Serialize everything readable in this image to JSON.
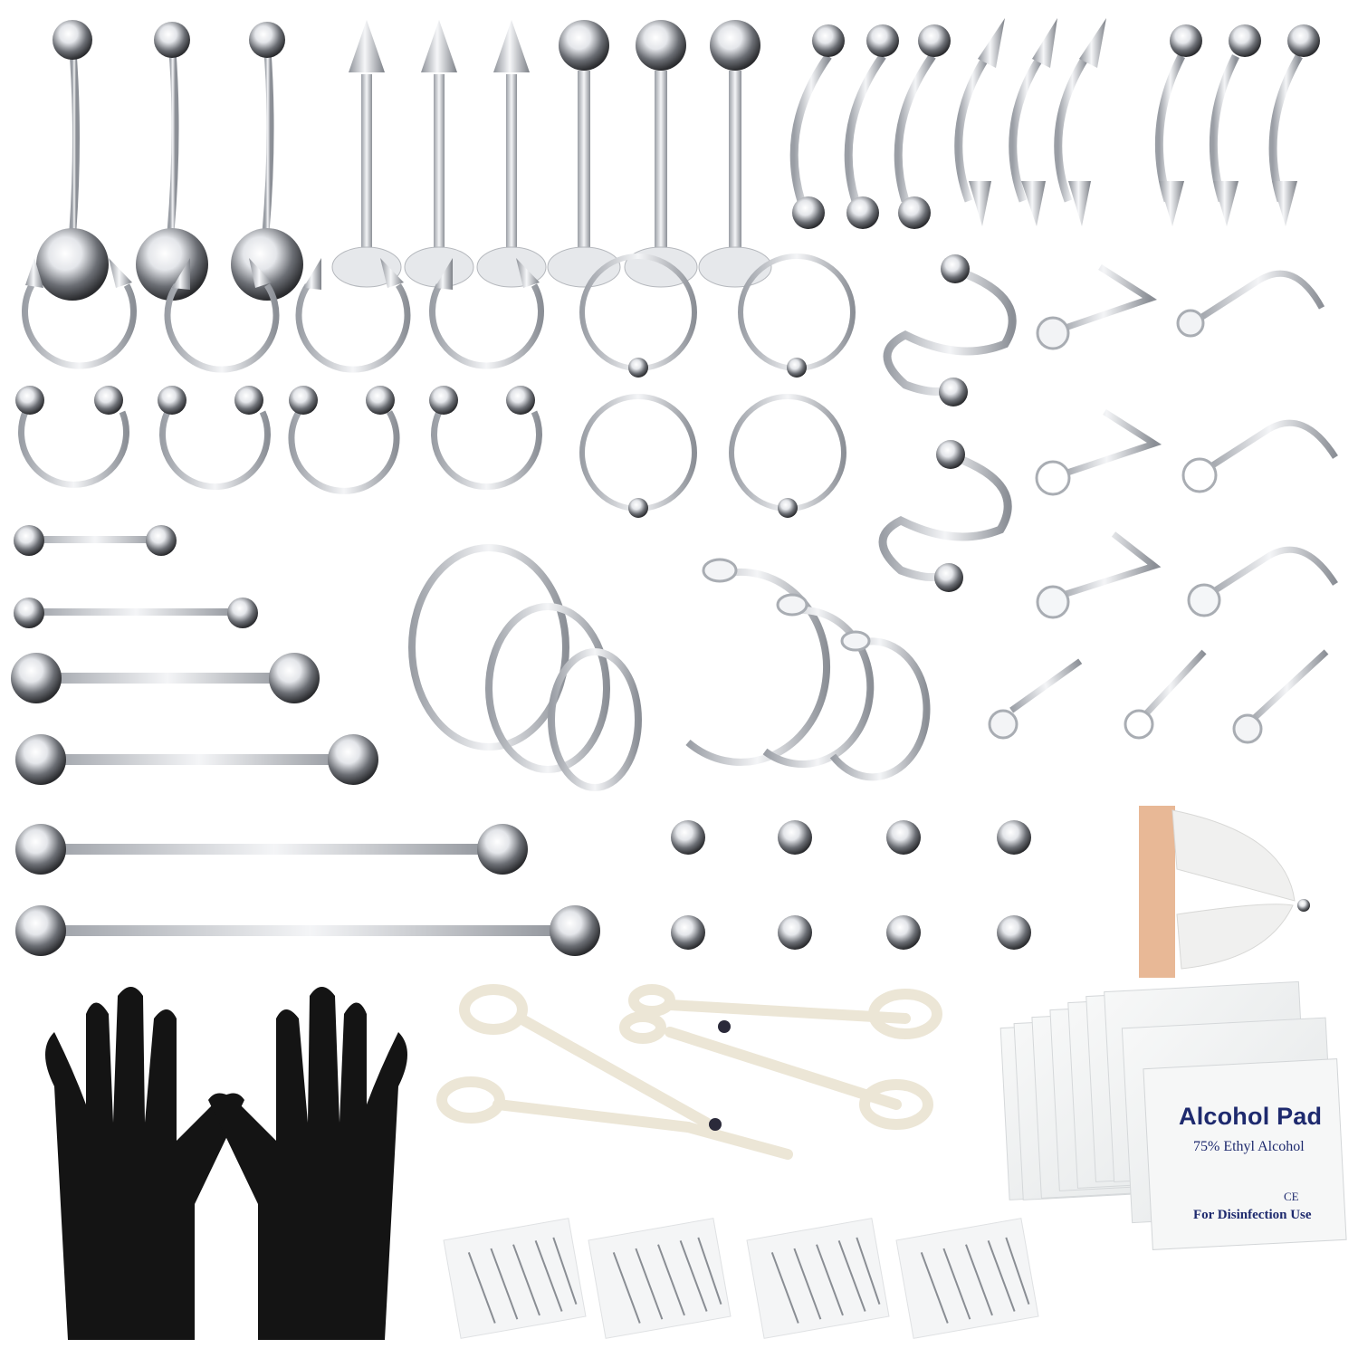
{
  "product": {
    "type": "body piercing kit product photo",
    "background": "#ffffff",
    "metal_color": "#c9ccd1",
    "glove_color": "#111111",
    "clamp_color": "#efeadc",
    "finger_cot_color": "#eeeeee"
  },
  "items": {
    "belly_rings": {
      "count": 3,
      "label": "curved belly button barbell"
    },
    "labret_spikes": {
      "count": 3,
      "label": "labret stud with spike"
    },
    "labret_balls": {
      "count": 3,
      "label": "labret stud with ball"
    },
    "eyebrow_ball": {
      "count": 3,
      "label": "curved eyebrow barbell ball"
    },
    "eyebrow_spike": {
      "count": 3,
      "label": "curved eyebrow barbell double spike"
    },
    "eyebrow_mixed": {
      "count": 3,
      "label": "curved eyebrow barbell ball/spike"
    },
    "horseshoe_spike": {
      "count": 4,
      "label": "horseshoe ring spikes"
    },
    "horseshoe_ball": {
      "count": 4,
      "label": "horseshoe ring balls"
    },
    "captive_rings": {
      "count": 4,
      "label": "captive bead ring"
    },
    "twist_spirals": {
      "count": 2,
      "label": "spiral twist ring"
    },
    "nose_l_shape": {
      "count": 3,
      "label": "L-shaped nose stud"
    },
    "nose_screw": {
      "count": 3,
      "label": "nose screw stud"
    },
    "nose_bone": {
      "count": 3,
      "label": "nose bone stud"
    },
    "straight_barbells": {
      "count": 6,
      "label": "straight / industrial barbell"
    },
    "hoop_rings": {
      "count": 3,
      "label": "seamless nose hoop"
    },
    "c_hoops": {
      "count": 3,
      "label": "C-shaped nose hoop flat end"
    },
    "spare_balls": {
      "count": 8,
      "label": "spare threaded balls"
    },
    "finger_cots": {
      "count": 1,
      "label": "finger cots holding belly ring"
    },
    "gloves": {
      "count": 2,
      "label": "black nitrile gloves"
    },
    "clamps": {
      "count": 2,
      "label": "piercing clamps"
    },
    "needle_packs": {
      "count": 4,
      "needles_per_pack": 5,
      "label": "sterile piercing needles"
    },
    "alcohol_pads": {
      "count": 10,
      "label": "alcohol prep pads"
    }
  },
  "alcohol_pad": {
    "title": "Alcohol Pad",
    "subtitle": "75% Ethyl Alcohol",
    "mark": "CE",
    "usage": "For Disinfection Use",
    "text_color": "#1e2a6e"
  }
}
